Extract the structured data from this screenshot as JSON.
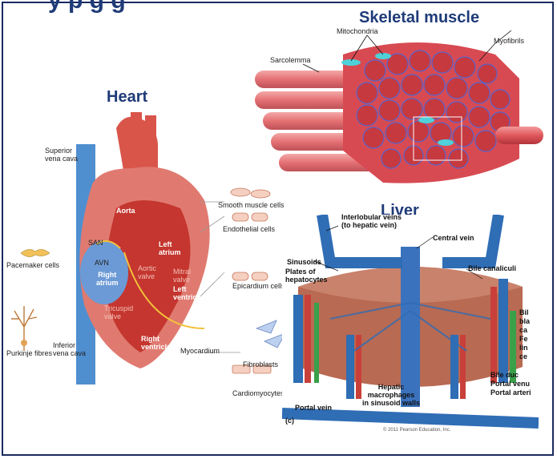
{
  "top_title": "y   p   g   g",
  "sections": {
    "heart": "Heart",
    "skeletal": "Skeletal muscle",
    "liver": "Liver"
  },
  "heart_labels": {
    "superior_vena_cava": "Superior\nvena cava",
    "inferior_vena_cava": "Inferior\nvena cava",
    "pacemaker_cells": "Pacemaker cells",
    "purkinje_fibres": "Purkinje fibres",
    "san": "SAN",
    "avn": "AVN",
    "aorta": "Aorta",
    "right_atrium": "Right\natrium",
    "left_atrium": "Left\natrium",
    "left_ventricle": "Left\nventricle",
    "right_ventricle": "Right\nventricle",
    "aortic_valve": "Aortic\nvalve",
    "mitral_valve": "Mitral\nvalve",
    "tricuspid_valve": "Tricuspid\nvalve",
    "smooth_muscle_cells": "Smooth muscle cells",
    "endothelial_cells": "Endothelial cells",
    "epicardium_cells": "Epicardium cells",
    "myocardium": "Myocardium",
    "fibroblasts": "Fibroblasts",
    "cardiomyocytes": "Cardiomyocytes"
  },
  "muscle_labels": {
    "mitochondria": "Mitochondria",
    "myofibrils": "Myofibrils",
    "sarcolemma": "Sarcolemma"
  },
  "liver_labels": {
    "interlobular_veins": "Interlobular veins\n(to hepatic vein)",
    "central_vein": "Central vein",
    "sinusoids": "Sinusoids",
    "plates": "Plates of\nhepatocytes",
    "bile_canaliculi": "Bile canaliculi",
    "bile_side": "Bil\nbla\nca\nFe\nlin\nce",
    "bile_duct": "Bile duc",
    "portal_venule": "Portal venu",
    "portal_arteriole": "Portal arteri",
    "hepatic_macrophages": "Hepatic\nmacrophages\nin sinusoid walls",
    "portal_vein": "Portal vein",
    "panel_letter": "(c)",
    "copyright": "© 2011 Pearson Education, Inc."
  },
  "colors": {
    "title_blue": "#1f3b78",
    "muscle_red": "#c8434a",
    "vein_blue": "#2f6db5",
    "artery_red": "#c9403a",
    "bile_green": "#3aa04a"
  }
}
